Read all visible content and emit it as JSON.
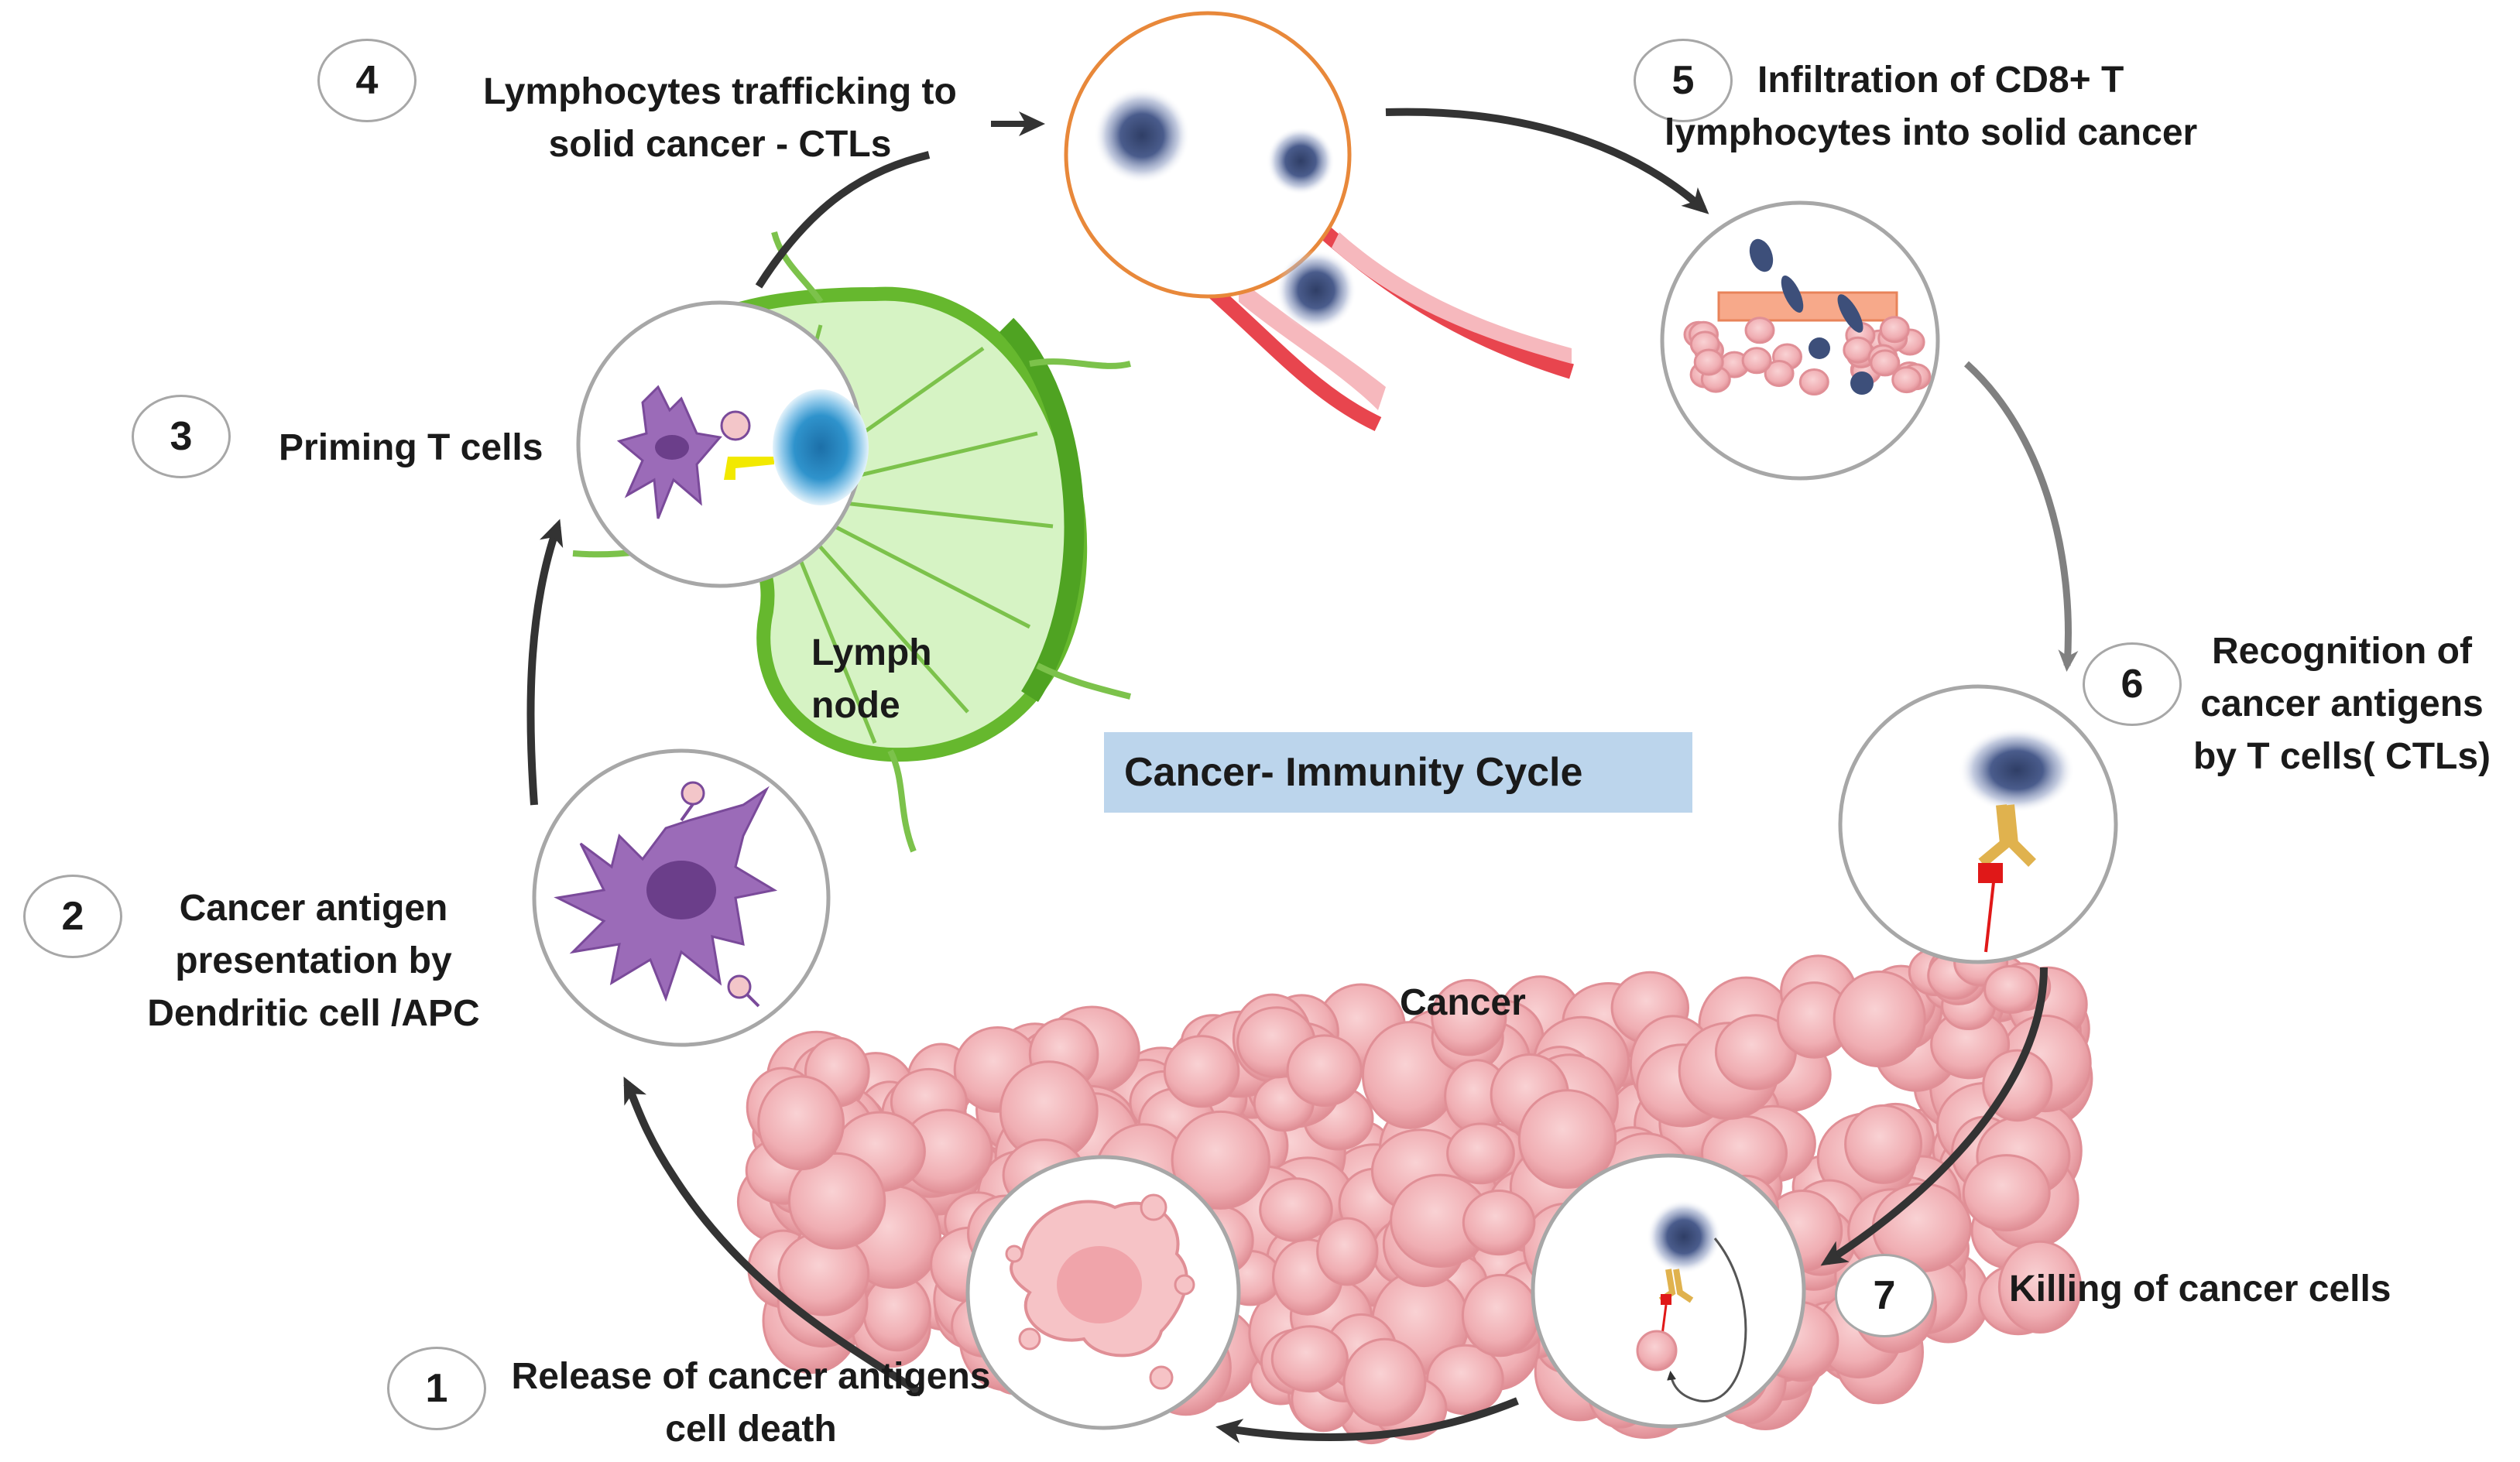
{
  "title": "Cancer- Immunity Cycle",
  "steps": [
    {
      "number": "1",
      "lines": [
        "Release of cancer antigens",
        "cell death"
      ]
    },
    {
      "number": "2",
      "lines": [
        "Cancer antigen",
        "presentation by",
        "Dendritic cell /APC"
      ]
    },
    {
      "number": "3",
      "lines": [
        "Priming T cells"
      ]
    },
    {
      "number": "4",
      "lines": [
        "Lymphocytes trafficking to",
        "solid cancer - CTLs"
      ]
    },
    {
      "number": "5",
      "lines": [
        "Infiltration of CD8+ T",
        "lymphocytes into solid cancer"
      ]
    },
    {
      "number": "6",
      "lines": [
        "Recognition of",
        "cancer antigens",
        "by T cells( CTLs)"
      ]
    },
    {
      "number": "7",
      "lines": [
        "Killing of cancer cells"
      ]
    }
  ],
  "labels": {
    "lymph_node": [
      "Lymph",
      "node"
    ],
    "cancer": "Cancer"
  },
  "colors": {
    "tumor_fill": "#f2b4b8",
    "tumor_stroke": "#e08f96",
    "dendritic_cell": "#9b6bb8",
    "lymph_node_fill": "#d6f3c4",
    "lymph_node_stroke": "#66b82e",
    "t_cell": "#3d4f7a",
    "vessel": "#e8454e",
    "arrow": "#333333",
    "title_box": "#bcd5ec"
  }
}
